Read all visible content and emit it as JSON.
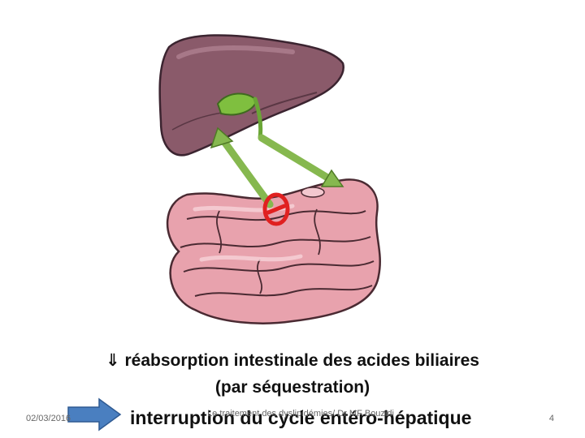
{
  "slide": {
    "line1_arrow": "⇓",
    "line1_text": "réabsorption intestinale des acides biliaires",
    "line2_text": "(par séquestration)",
    "line3_text": "interruption du cycle entéro-hépatique",
    "footer_date": "02/03/2016",
    "footer_title": "Le traitement des dyslipidémies/ Dr MF Bouzidi",
    "page_number": "4",
    "block_symbol": "θ"
  },
  "colors": {
    "liver": "#8a5a6a",
    "gallbladder": "#7fbf3f",
    "intestine": "#e8a2ad",
    "transport_arrow": "#86b84f",
    "block_symbol": "#e02020",
    "action_arrow": "#4a7fc0"
  },
  "icons": {
    "action_arrow": "right-arrow-icon",
    "transport_arrows": "arrow-icon"
  }
}
